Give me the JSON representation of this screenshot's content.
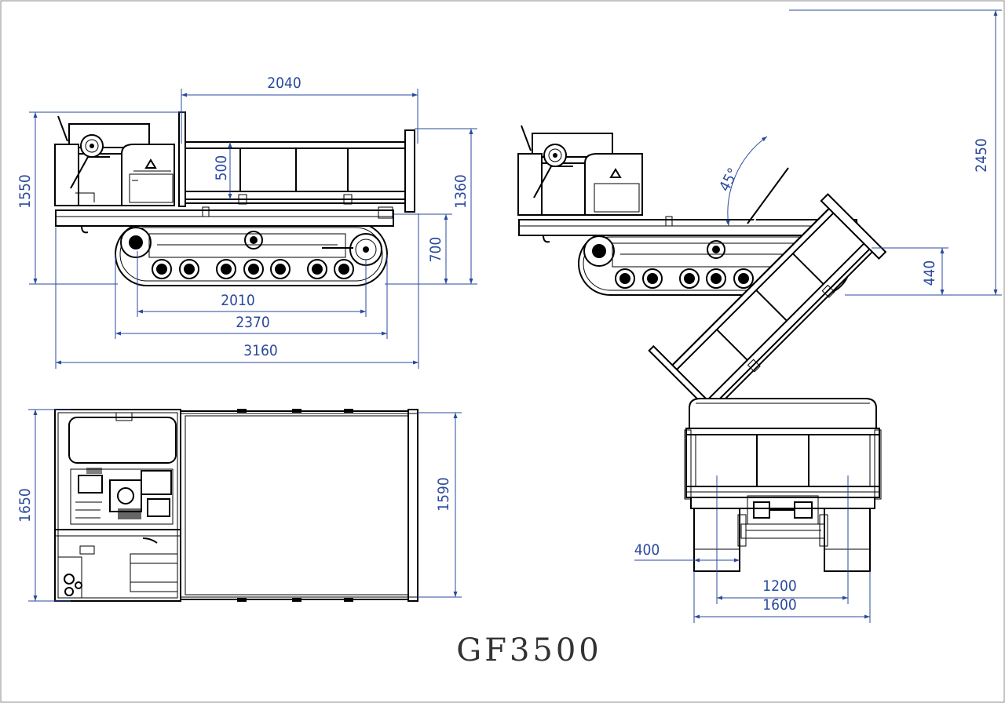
{
  "colors": {
    "outline": "#000000",
    "dimension": "#2a4a9c",
    "title": "#333333",
    "background": "#ffffff"
  },
  "title": "GF3500",
  "dimensions": {
    "side": {
      "bed_length": "2040",
      "bed_depth": "500",
      "overall_height": "1550",
      "bed_top_height": "1360",
      "deck_height": "700",
      "wheelbase": "2010",
      "track_length": "2370",
      "overall_length": "3160"
    },
    "tipped": {
      "dump_angle": "45°",
      "max_height": "2450",
      "deck_rear_height": "440"
    },
    "top": {
      "overall_width": "1650",
      "bed_width": "1590"
    },
    "rear": {
      "track_width": "400",
      "track_gauge": "1200",
      "overall_width": "1600"
    }
  }
}
